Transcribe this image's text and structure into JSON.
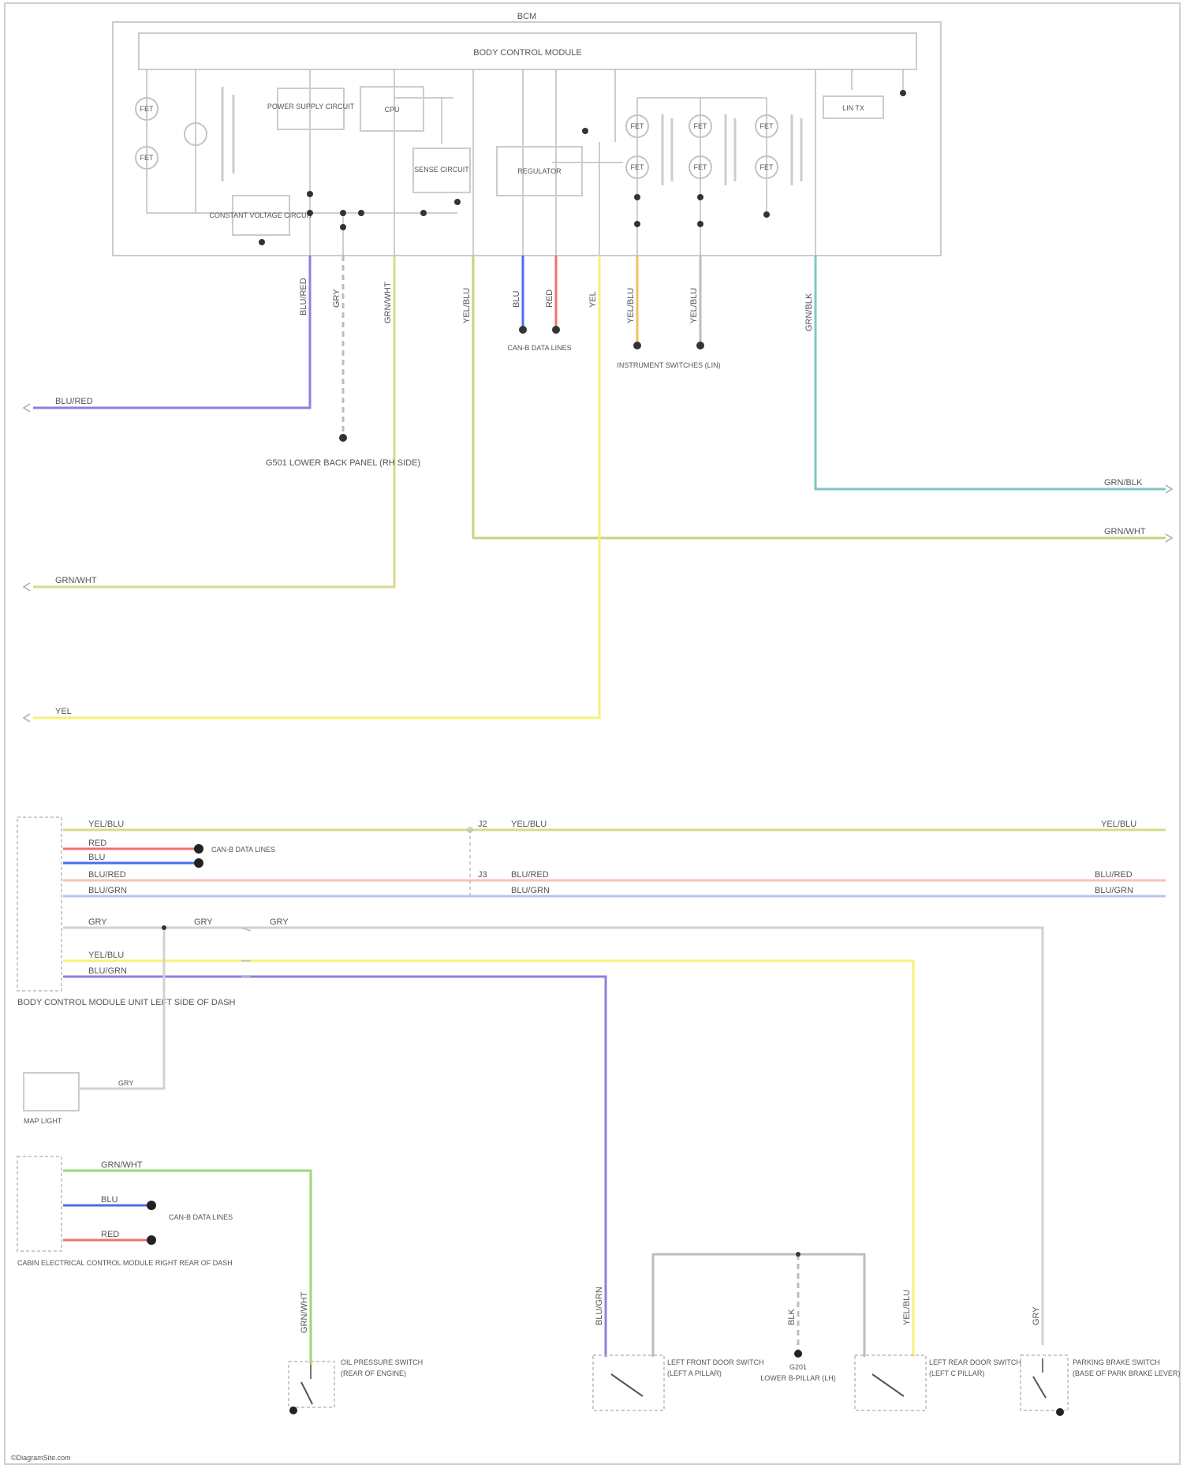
{
  "diagram": {
    "header_label": "BCM",
    "bus_label": "BODY CONTROL MODULE",
    "module_blocks": [
      "POWER SUPPLY CIRCUIT",
      "CPU",
      "SENSE CIRCUIT",
      "REGULATOR",
      "CONSTANT VOLTAGE CIRCUIT",
      "LIN TX"
    ],
    "fet_labels": [
      "FET",
      "FET",
      "FET",
      "FET",
      "FET",
      "FET",
      "FET",
      "FET"
    ],
    "wire_labels_top": [
      "BLU/RED",
      "GRY",
      "GRN/WHT",
      "YEL/BLU",
      "BLU",
      "RED",
      "YEL",
      "YEL/BLU",
      "YEL/BLU",
      "GRN/BLK"
    ],
    "left_outputs": [
      "BLU/RED",
      "GRN/WHT",
      "YEL"
    ],
    "right_outputs": [
      "GRN/BLK",
      "GRN/WHT"
    ],
    "ground_label": "G501 LOWER BACK PANEL (RH SIDE)",
    "can_label": "CAN-B DATA LINES",
    "lin_label": "INSTRUMENT SWITCHES (LIN)",
    "right_connector_labels": [
      "YEL/BLU",
      "BLU/RED",
      "BLU/GRN"
    ],
    "cluster_label": "BODY CONTROL MODULE UNIT LEFT SIDE OF DASH",
    "cluster_wires": [
      "YEL/BLU",
      "RED",
      "BLU",
      "BLU/RED",
      "BLU/GRN",
      "GRY",
      "YEL/BLU",
      "BLU/GRN"
    ],
    "can_small_label": "CAN-B DATA LINES",
    "splice_labels": [
      "J2",
      "J3",
      "YEL/BLU",
      "BLU/RED",
      "BLU/GRN",
      "GRY",
      "GRY"
    ],
    "map_light_label": "MAP LIGHT",
    "map_light_wire": "GRY",
    "lower_connector_label": "CABIN ELECTRICAL CONTROL MODULE RIGHT REAR OF DASH",
    "lower_wires": [
      "GRN/WHT",
      "BLU",
      "RED"
    ],
    "lower_can_label": "CAN-B DATA LINES",
    "switches": [
      {
        "label": "OIL PRESSURE SWITCH",
        "sub": "(REAR OF ENGINE)",
        "wire": "GRN/WHT"
      },
      {
        "label": "LEFT FRONT DOOR SWITCH",
        "sub": "(LEFT A PILLAR)",
        "wire": "BLU/GRN"
      },
      {
        "label": "G201",
        "sub": "LOWER B-PILLAR (LH)",
        "wire": "BLK"
      },
      {
        "label": "LEFT REAR DOOR SWITCH",
        "sub": "(LEFT C PILLAR)",
        "wire": "YEL/BLU"
      },
      {
        "label": "PARKING BRAKE SWITCH",
        "sub": "(BASE OF PARK BRAKE LEVER)",
        "wire": "GRY"
      }
    ],
    "footer": "©DiagramSite.com",
    "colors": {
      "purple": "#8c7fe0",
      "blue": "#4a6cf0",
      "red": "#f07070",
      "yellow": "#f5f27a",
      "olive": "#d8d98a",
      "teal": "#7fc7c0",
      "green": "#9bd67a",
      "gray": "#bcbcbc"
    }
  }
}
